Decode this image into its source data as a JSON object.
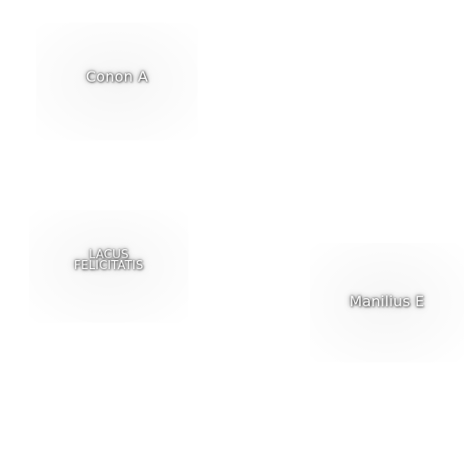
{
  "map_labels": {
    "conon_a": "Conon A",
    "lacus_line1": "LACUS",
    "lacus_line2": "FELICITATIS",
    "manilius_e": "Manilius E"
  },
  "colors": {
    "background": "#ffffff",
    "label_text": "#ffffff"
  }
}
